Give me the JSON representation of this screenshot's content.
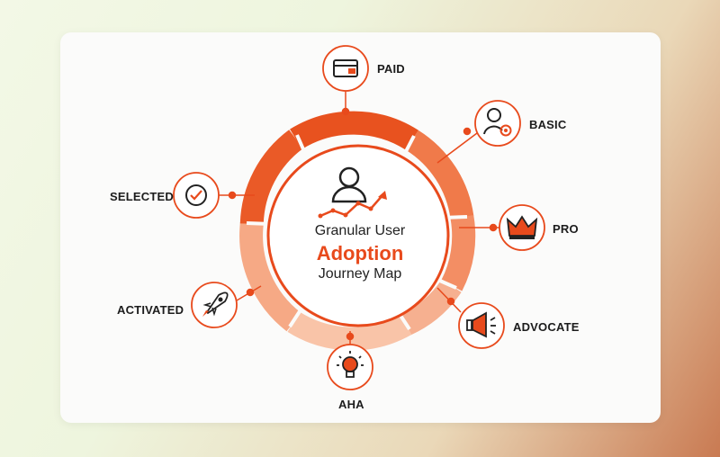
{
  "center": {
    "line1": "Granular User",
    "line2": "Adoption",
    "line3": "Journey Map"
  },
  "stages": [
    {
      "label": "PAID",
      "icon": "credit-card-icon"
    },
    {
      "label": "BASIC",
      "icon": "user-badge-icon"
    },
    {
      "label": "PRO",
      "icon": "crown-icon"
    },
    {
      "label": "ADVOCATE",
      "icon": "megaphone-icon"
    },
    {
      "label": "AHA",
      "icon": "lightbulb-icon"
    },
    {
      "label": "ACTIVATED",
      "icon": "rocket-icon"
    },
    {
      "label": "SELECTED",
      "icon": "check-circle-icon"
    }
  ],
  "colors": {
    "accent": "#e84a1c",
    "ring_dark": "#e8521f",
    "ring_mid": "#f07a4a",
    "ring_light": "#f6a985",
    "ring_lightest": "#f9c4a8",
    "text": "#1c1c1c"
  }
}
